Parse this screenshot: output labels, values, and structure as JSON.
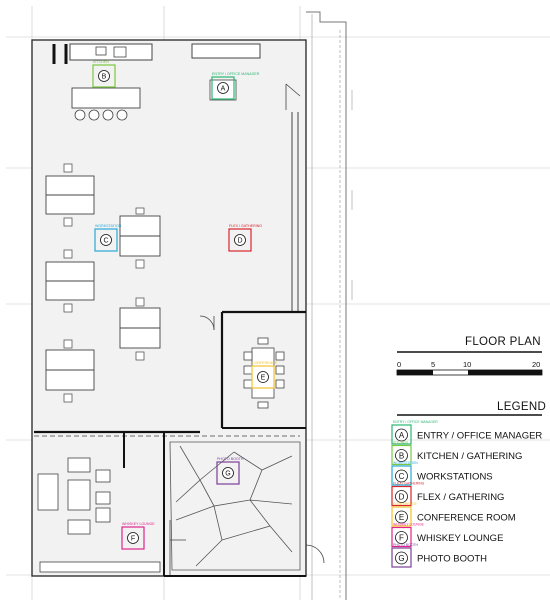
{
  "sheet": {
    "plan_title": "FLOOR PLAN",
    "legend_title": "LEGEND",
    "scale_ticks": [
      "0",
      "5",
      "10",
      "20"
    ]
  },
  "colors": {
    "A": "#2bb673",
    "B": "#7ac943",
    "C": "#29a9d6",
    "D": "#d7262d",
    "E": "#f2c230",
    "F": "#e0248c",
    "G": "#7b3f98"
  },
  "legend": [
    {
      "key": "A",
      "label": "ENTRY / OFFICE MANAGER"
    },
    {
      "key": "B",
      "label": "KITCHEN / GATHERING"
    },
    {
      "key": "C",
      "label": "WORKSTATIONS"
    },
    {
      "key": "D",
      "label": "FLEX / GATHERING"
    },
    {
      "key": "E",
      "label": "CONFERENCE ROOM"
    },
    {
      "key": "F",
      "label": "WHISKEY LOUNGE"
    },
    {
      "key": "G",
      "label": "PHOTO BOOTH"
    }
  ],
  "plan_tags": [
    {
      "key": "A",
      "caption": "ENTRY / OFFICE MANAGER"
    },
    {
      "key": "B",
      "caption": "KITCHEN"
    },
    {
      "key": "C",
      "caption": "WORKSTATION"
    },
    {
      "key": "D",
      "caption": "FLEX / GATHERING"
    },
    {
      "key": "E",
      "caption": "CONFERENCE"
    },
    {
      "key": "F",
      "caption": "WHISKEY LOUNGE"
    },
    {
      "key": "G",
      "caption": "PHOTO BOOTH"
    }
  ]
}
